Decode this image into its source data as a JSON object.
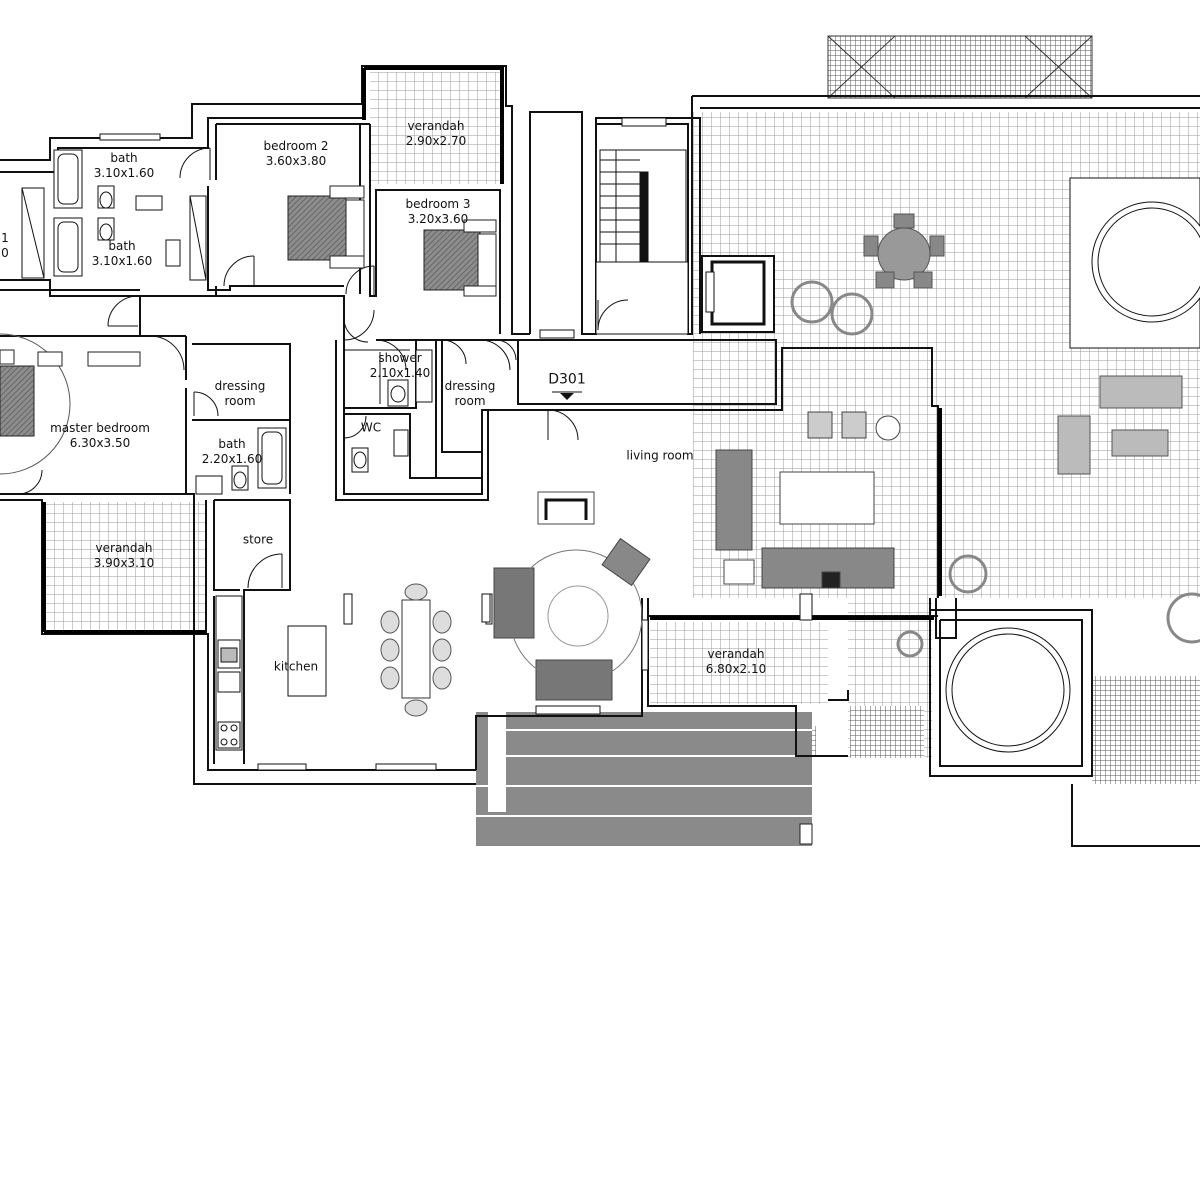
{
  "door_code": "D301",
  "colors": {
    "wall": "#111111",
    "tile": "#9a9a9a",
    "furniture": "#777777",
    "stairs": "#8a8a8a"
  },
  "rooms": [
    {
      "id": "bath-1",
      "name": "bath",
      "size": "3.10x1.60"
    },
    {
      "id": "bath-2",
      "name": "bath",
      "size": "3.10x1.60"
    },
    {
      "id": "bedroom-1-cut",
      "name": "1",
      "size": "0"
    },
    {
      "id": "bedroom-2",
      "name": "bedroom 2",
      "size": "3.60x3.80"
    },
    {
      "id": "verandah-top",
      "name": "verandah",
      "size": "2.90x2.70"
    },
    {
      "id": "bedroom-3",
      "name": "bedroom 3",
      "size": "3.20x3.60"
    },
    {
      "id": "master-bedroom",
      "name": "master bedroom",
      "size": "6.30x3.50"
    },
    {
      "id": "dressing-room-1",
      "name": "dressing room",
      "size": ""
    },
    {
      "id": "bath-3",
      "name": "bath",
      "size": "2.20x1.60"
    },
    {
      "id": "shower",
      "name": "shower",
      "size": "2.10x1.40"
    },
    {
      "id": "wc",
      "name": "WC",
      "size": ""
    },
    {
      "id": "dressing-room-2",
      "name": "dressing room",
      "size": ""
    },
    {
      "id": "verandah-left",
      "name": "verandah",
      "size": "3.90x3.10"
    },
    {
      "id": "store",
      "name": "store",
      "size": ""
    },
    {
      "id": "kitchen",
      "name": "kitchen",
      "size": ""
    },
    {
      "id": "living-room",
      "name": "living room",
      "size": ""
    },
    {
      "id": "verandah-bottom",
      "name": "verandah",
      "size": "6.80x2.10"
    }
  ]
}
